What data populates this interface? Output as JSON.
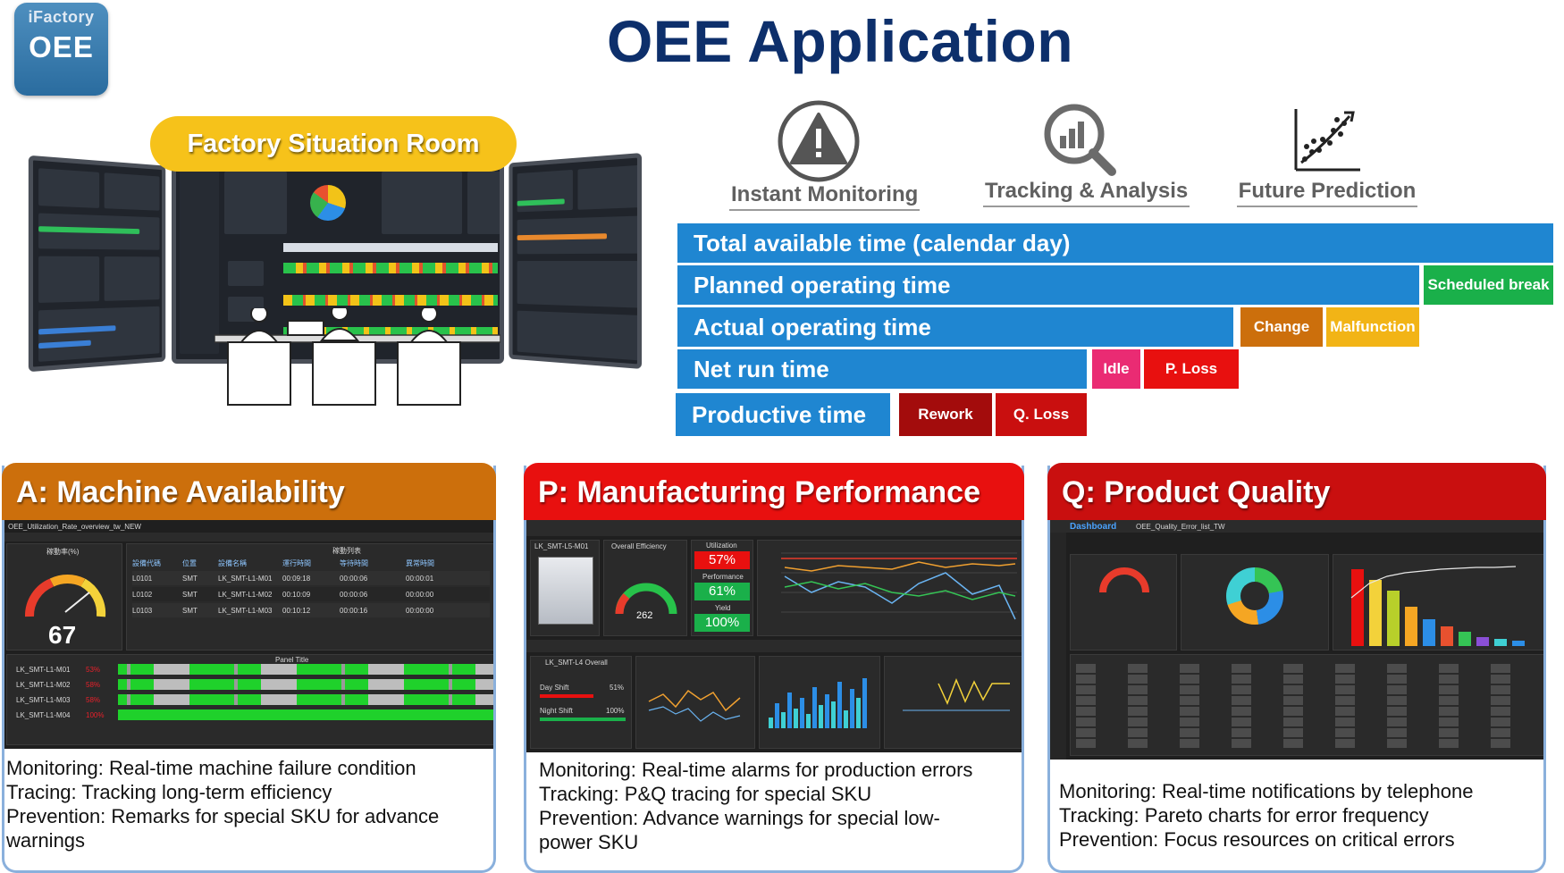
{
  "logo": {
    "brand": "iFactory",
    "mark": "OEE"
  },
  "title": "OEE Application",
  "situation_room": {
    "label": "Factory Situation Room"
  },
  "categories": [
    {
      "label": "Instant  Monitoring",
      "icon": "warning-icon"
    },
    {
      "label": "Tracking & Analysis",
      "icon": "magnifier-chart-icon"
    },
    {
      "label": "Future Prediction",
      "icon": "scatter-trend-icon"
    }
  ],
  "oee_breakdown": {
    "total": "Total available time (calendar day)",
    "planned": "Planned operating time",
    "scheduled_break": "Scheduled break",
    "actual": "Actual operating time",
    "change": "Change",
    "malfunction": "Malfunction",
    "net": "Net run time",
    "idle": "Idle",
    "p_loss": "P. Loss",
    "productive": "Productive time",
    "rework": "Rework",
    "q_loss": "Q. Loss"
  },
  "colors": {
    "blue": "#1f86d1",
    "green": "#1ab04a",
    "orange": "#cc6f0c",
    "yellow": "#f2b416",
    "pink": "#ea2b73",
    "red": "#e8100f",
    "darkred": "#a30c0c",
    "navy": "#0d2f6b"
  },
  "panels": {
    "a": {
      "title": "A:  Machine Availability",
      "desc": [
        "Monitoring: Real-time machine failure condition",
        "Tracing:  Tracking long-term efficiency",
        "Prevention:  Remarks for special SKU for advance",
        "warnings"
      ],
      "dash": {
        "breadcrumb": "OEE_Utilization_Rate_overview_tw_NEW",
        "gauge_title": "稼動率(%)",
        "gauge_value": "67",
        "table_title": "稼動列表",
        "headers": [
          "設備代碼",
          "位置",
          "設備名稱",
          "運行時間",
          "等待時間",
          "異常時間"
        ],
        "rows": [
          [
            "L0101",
            "SMT",
            "LK_SMT-L1-M01",
            "00:09:18",
            "00:00:06",
            "00:00:01"
          ],
          [
            "L0102",
            "SMT",
            "LK_SMT-L1-M02",
            "00:10:09",
            "00:00:06",
            "00:00:00"
          ],
          [
            "L0103",
            "SMT",
            "LK_SMT-L1-M03",
            "00:10:12",
            "00:00:16",
            "00:00:00"
          ]
        ],
        "timeline_title": "Panel Title",
        "machines": [
          {
            "name": "LK_SMT-L1-M01",
            "pct": "53%"
          },
          {
            "name": "LK_SMT-L1-M02",
            "pct": "58%"
          },
          {
            "name": "LK_SMT-L1-M03",
            "pct": "58%"
          },
          {
            "name": "LK_SMT-L1-M04",
            "pct": "100%"
          }
        ]
      }
    },
    "p": {
      "title": "P: Manufacturing Performance",
      "desc": [
        "Monitoring: Real-time alarms for production errors",
        "Tracking:  P&Q tracing for special SKU",
        "Prevention: Advance warnings for special low-",
        "power SKU"
      ],
      "dash": {
        "machine": "LK_SMT-L5-M01",
        "overall": "Overall Efficiency",
        "gauge_value": "262",
        "utilization": "Utilization",
        "util_value": "57%",
        "performance": "Performance",
        "perf_value": "61%",
        "yield": "Yield",
        "yield_value": "100%",
        "overall2": "LK_SMT-L4 Overall",
        "day_shift": "Day Shift",
        "night_shift": "Night Shift",
        "day_val": "51%",
        "night_val": "100%"
      }
    },
    "q": {
      "title": "Q: Product Quality",
      "desc": [
        "Monitoring: Real-time notifications by telephone",
        "Tracking:  Pareto charts for error frequency",
        "Prevention: Focus resources on critical errors"
      ],
      "dash": {
        "tab": "Dashboard",
        "doc": "OEE_Quality_Error_list_TW"
      }
    }
  }
}
